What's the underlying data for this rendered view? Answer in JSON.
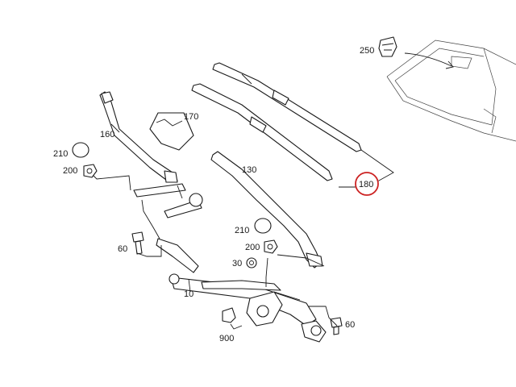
{
  "labels": {
    "p10": "10",
    "p30": "30",
    "p60a": "60",
    "p60b": "60",
    "p130": "130",
    "p160": "160",
    "p170": "170",
    "p180": "180",
    "p200a": "200",
    "p200b": "200",
    "p210a": "210",
    "p210b": "210",
    "p250": "250",
    "p900": "900"
  },
  "colors": {
    "highlight": "#cc2222",
    "ink": "#1a1a1a"
  }
}
